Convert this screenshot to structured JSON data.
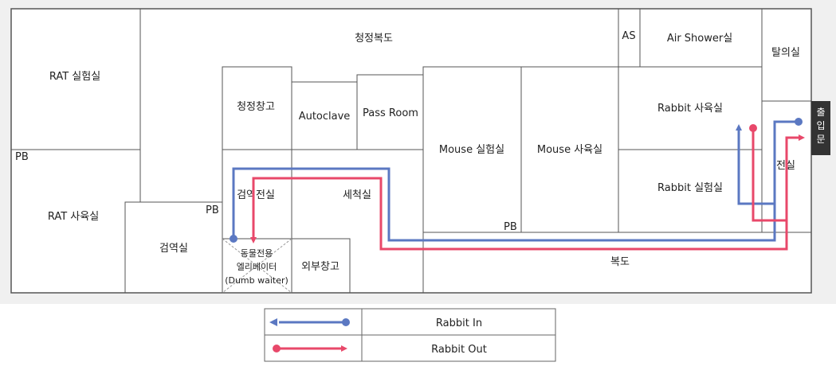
{
  "rooms": {
    "clean_corridor": "청정복도",
    "as": "AS",
    "air_shower": "Air Shower실",
    "changing_room": "탈의실",
    "rat_lab": "RAT 실험실",
    "clean_storage": "청정창고",
    "autoclave": "Autoclave",
    "pass_room": "Pass Room",
    "mouse_lab": "Mouse 실험실",
    "mouse_rearing": "Mouse 사육실",
    "rabbit_rearing": "Rabbit 사육실",
    "anteroom": "전실",
    "pb_left": "PB",
    "pb_quarantine": "PB",
    "pb_mouse": "PB",
    "rat_rearing": "RAT 사육실",
    "quarantine_anteroom": "검역전실",
    "washing_room": "세척실",
    "rabbit_lab": "Rabbit 실험실",
    "inspection_room": "검역실",
    "elevator_line1": "동물전용",
    "elevator_line2": "엘리베이터",
    "elevator_line3": "(Dumb waiter)",
    "outer_storage": "외부창고",
    "corridor": "복도"
  },
  "entrance": {
    "chars": [
      "출",
      "입",
      "문"
    ]
  },
  "legend": {
    "rabbit_in": "Rabbit In",
    "rabbit_out": "Rabbit Out"
  },
  "colors": {
    "rabbit_in": "#5b78c2",
    "rabbit_out": "#e8486a",
    "entrance_bg": "#333333",
    "outer_bg": "#f0f0f0"
  }
}
